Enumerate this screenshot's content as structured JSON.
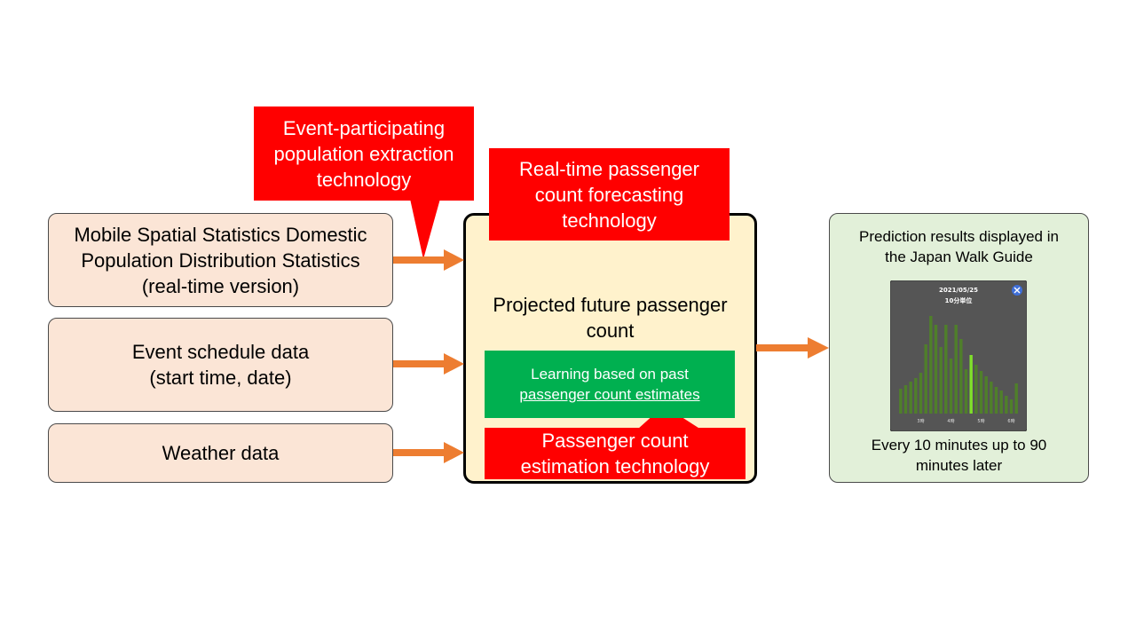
{
  "inputs": {
    "mobile_stats": "Mobile Spatial Statistics Domestic\nPopulation Distribution Statistics\n(real-time version)",
    "event_schedule": "Event schedule data\n(start time, date)",
    "weather": "Weather data"
  },
  "callouts": {
    "event_extraction": "Event-participating\npopulation extraction\ntechnology",
    "realtime_forecast": "Real-time passenger\ncount forecasting\ntechnology",
    "estimation": "Passenger count\nestimation technology"
  },
  "center": {
    "title": "Projected future passenger\ncount",
    "learning_line1": "Learning based on past",
    "learning_line2": "passenger count estimates"
  },
  "output": {
    "title": "Prediction results displayed in\nthe Japan Walk Guide",
    "caption": "Every 10 minutes up to 90\nminutes later"
  },
  "chart_data": {
    "type": "bar",
    "title": "2021/05/25",
    "subtitle": "10分単位",
    "x_tick_labels": [
      "3時",
      "4時",
      "5時",
      "6時"
    ],
    "values": [
      28,
      32,
      36,
      40,
      46,
      78,
      110,
      100,
      75,
      100,
      62,
      100,
      84,
      50,
      66,
      55,
      48,
      42,
      36,
      30,
      26,
      20,
      16,
      34
    ],
    "highlight_index": 14,
    "colors": {
      "bar": "#4f7f2a",
      "highlight": "#7fe02a",
      "background": "#555555"
    }
  }
}
